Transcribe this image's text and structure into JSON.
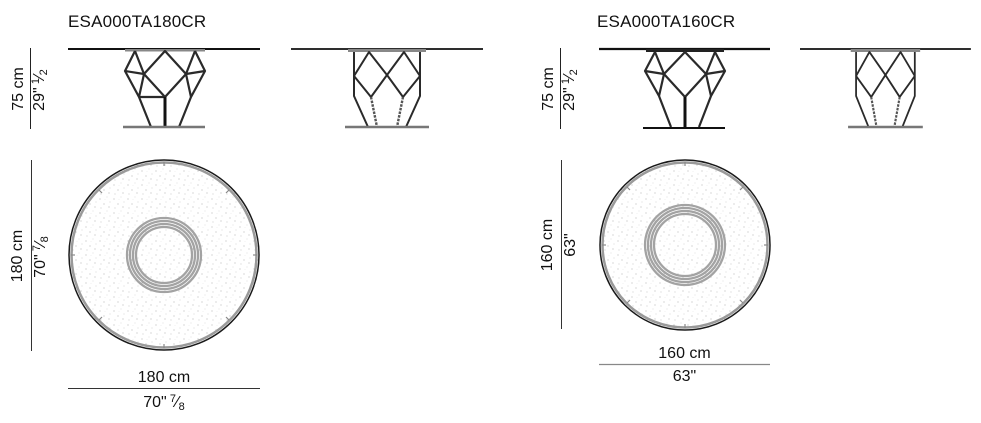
{
  "models": [
    {
      "code": "ESA000TA180CR",
      "height": {
        "cm": "75 cm",
        "in_whole": "29\"",
        "in_num": "1",
        "in_den": "2"
      },
      "diameter": {
        "cm": "180 cm",
        "in_whole": "70\"",
        "in_num": "7",
        "in_den": "8"
      },
      "views": [
        "front-elevation",
        "side-elevation",
        "top-plan"
      ]
    },
    {
      "code": "ESA000TA160CR",
      "height": {
        "cm": "75 cm",
        "in_whole": "29\"",
        "in_num": "1",
        "in_den": "2"
      },
      "diameter": {
        "cm": "160 cm",
        "in_whole": "63\""
      },
      "views": [
        "front-elevation",
        "side-elevation",
        "top-plan"
      ]
    }
  ],
  "colors": {
    "line": "#111111",
    "grey": "#8a8a8a",
    "ring": "#a6a6a6",
    "speckle": "#9a9a9a"
  }
}
